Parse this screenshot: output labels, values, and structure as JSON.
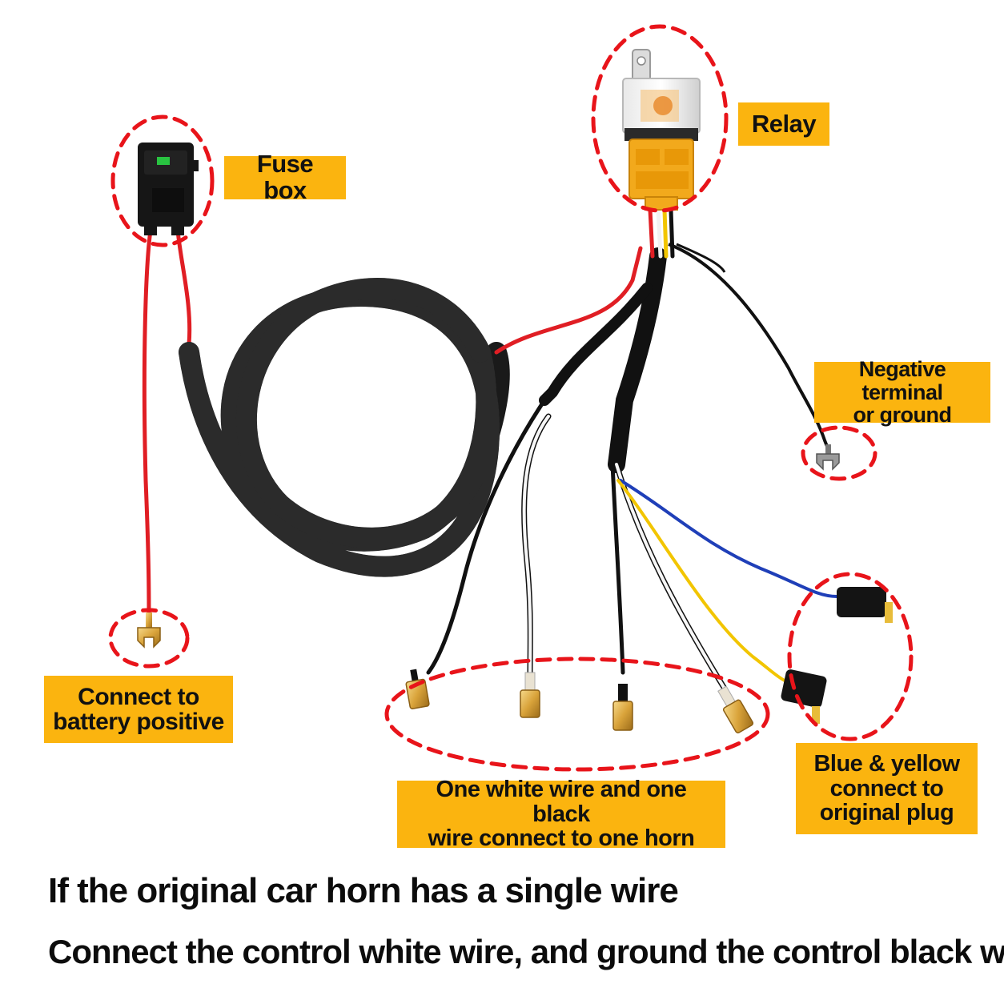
{
  "labels": {
    "fuse_box": "Fuse box",
    "relay": "Relay",
    "negative": [
      "Negative terminal",
      "or ground"
    ],
    "battery": [
      "Connect to",
      "battery positive"
    ],
    "horn": [
      "One white wire and one black",
      "wire connect to one horn"
    ],
    "plug": [
      "Blue & yellow",
      "connect to",
      "original plug"
    ]
  },
  "captions": {
    "line1": "If the original car horn has a single wire",
    "line2": "Connect the control white wire, and ground the control black wire"
  },
  "colors": {
    "label_bg": "#fbb40f",
    "highlight_dash": "#e8141a",
    "wire_red": "#e01e24",
    "wire_black": "#111111",
    "wire_blue": "#1f3fb8",
    "wire_yellow": "#f2c500",
    "relay_base": "#f2a91c",
    "terminal_gold": "#d9a33a"
  },
  "icons": {
    "fuse_box": "fuse-box-icon",
    "relay": "relay-icon",
    "ring_terminal": "fork-terminal-icon",
    "spade_terminal": "spade-terminal-icon",
    "plug": "plug-connector-icon"
  }
}
